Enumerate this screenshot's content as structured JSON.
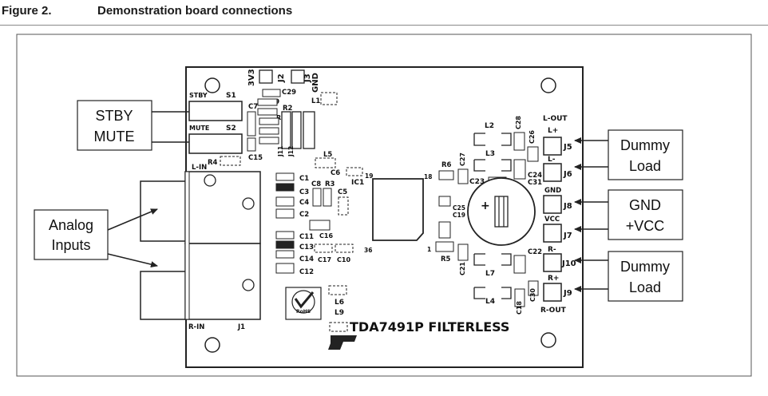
{
  "figure": {
    "number": "Figure 2.",
    "title": "Demonstration board connections"
  },
  "external_labels": {
    "stby": "STBY",
    "mute": "MUTE",
    "analog_1": "Analog",
    "analog_2": "Inputs",
    "dummy_load_top_1": "Dummy",
    "dummy_load_top_2": "Load",
    "gnd": "GND",
    "vcc": "+VCC",
    "dummy_load_bottom_1": "Dummy",
    "dummy_load_bottom_2": "Load"
  },
  "board": {
    "silkscreen_title": "TDA7491P FILTERLESS",
    "logo_text": "ST",
    "rohs_text": "RoHS",
    "switches": {
      "stby": "STBY",
      "s1": "S1",
      "mute": "MUTE",
      "s2": "S2"
    },
    "input_jacks": {
      "l_in": "L-IN",
      "r_in": "R-IN",
      "j1": "J1"
    },
    "header": {
      "v3": "3V3",
      "j2": "J2",
      "j3": "J3",
      "gnd": "GND",
      "j11": "J11",
      "j12": "J12"
    },
    "output_terminals": {
      "l_out": "L-OUT",
      "l_plus": "L+",
      "l_minus": "L-",
      "gnd": "GND",
      "vcc": "VCC",
      "r_minus": "R-",
      "r_plus": "R+",
      "r_out": "R-OUT",
      "j5": "J5",
      "j6": "J6",
      "j8": "J8",
      "j7": "J7",
      "j10": "J10",
      "j9": "J9"
    },
    "ic": {
      "ref": "IC1",
      "pin1": "1",
      "pin18": "18",
      "pin19": "19",
      "pin36": "36"
    },
    "components": {
      "c1": "C1",
      "c2": "C2",
      "c3": "C3",
      "c4": "C4",
      "c5": "C5",
      "c6": "C6",
      "c7": "C7",
      "c8": "C8",
      "c9": "C9",
      "c10": "C10",
      "c11": "C11",
      "c12": "C12",
      "c13": "C13",
      "c14": "C14",
      "c15": "C15",
      "c16": "C16",
      "c17": "C17",
      "c18": "C18",
      "c19": "C19",
      "c21": "C21",
      "c22": "C22",
      "c23": "C23",
      "c24": "C24",
      "c25": "C25",
      "c26": "C26",
      "c27": "C27",
      "c28": "C28",
      "c29": "C29",
      "c30": "C30",
      "c31": "C31",
      "r1": "R1",
      "r2": "R2",
      "r3": "R3",
      "r4": "R4",
      "r5": "R5",
      "r6": "R6",
      "l1": "L1",
      "l2": "L2",
      "l3": "L3",
      "l4": "L4",
      "l5": "L5",
      "l6": "L6",
      "l7": "L7",
      "l9": "L9"
    }
  }
}
